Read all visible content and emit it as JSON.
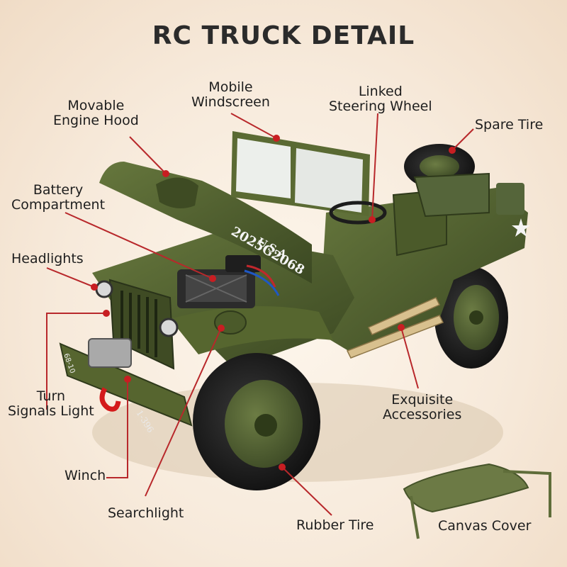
{
  "title": "RC TRUCK DETAIL",
  "callouts": {
    "movable_engine_hood": [
      "Movable",
      "Engine Hood"
    ],
    "mobile_windscreen": [
      "Mobile",
      "Windscreen"
    ],
    "linked_steering_wheel": [
      "Linked",
      "Steering Wheel"
    ],
    "spare_tire": "Spare Tire",
    "battery_compartment": [
      "Battery",
      "Compartment"
    ],
    "headlights": "Headlights",
    "turn_signals_light": [
      "Turn",
      "Signals Light"
    ],
    "winch": "Winch",
    "searchlight": "Searchlight",
    "rubber_tire": "Rubber Tire",
    "exquisite_accessories": [
      "Exquisite",
      "Accessories"
    ],
    "canvas_cover": "Canvas Cover"
  },
  "markings": {
    "hood_text_1": "U.S.A",
    "hood_text_2": "2025G2068",
    "bumper_left": "68-10",
    "bumper_right": "1-396"
  },
  "colors": {
    "background": "#f7eadb",
    "leader_line": "#b8282b",
    "vehicle_olive": "#4a5a2c",
    "text": "#1e1e1e"
  }
}
